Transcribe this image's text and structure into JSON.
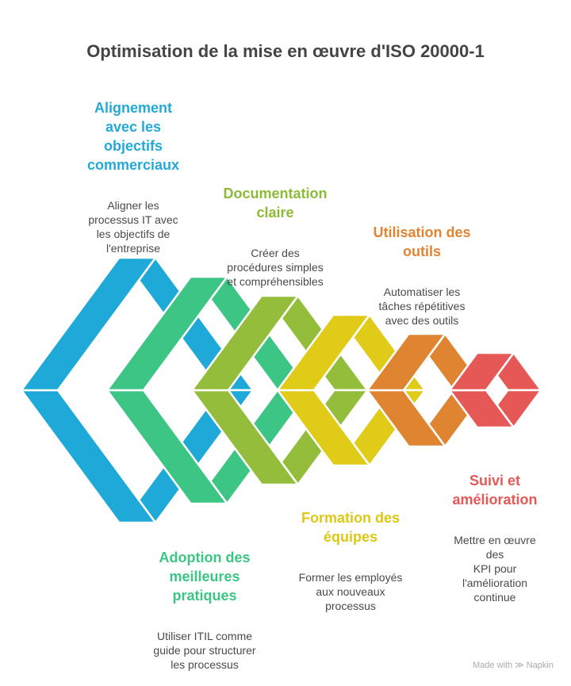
{
  "title": "Optimisation de la mise en œuvre d'ISO 20000-1",
  "steps": [
    {
      "title": "Alignement\navec les\nobjectifs\ncommerciaux",
      "desc": "Aligner les\nprocessus IT avec\nles objectifs de\nl'entreprise",
      "color": "#1fa9d9"
    },
    {
      "title": "Adoption des\nmeilleures\npratiques",
      "desc": "Utiliser ITIL comme\nguide pour structurer\nles processus",
      "color": "#3cc584"
    },
    {
      "title": "Documentation\nclaire",
      "desc": "Créer des\nprocédures simples\net compréhensibles",
      "color": "#93bd3b"
    },
    {
      "title": "Formation des\néquipes",
      "desc": "Former les employés\naux nouveaux\nprocessus",
      "color": "#dfcb18"
    },
    {
      "title": "Utilisation des\noutils",
      "desc": "Automatiser les\ntâches répétitives\navec des outils",
      "color": "#df8431"
    },
    {
      "title": "Suivi et\namélioration",
      "desc": "Mettre en œuvre des\nKPI pour\nl'amélioration\ncontinue",
      "color": "#e65856"
    }
  ],
  "footer": {
    "made_with": "Made with",
    "brand": "Napkin",
    "icon": "napkin-logo-icon"
  }
}
